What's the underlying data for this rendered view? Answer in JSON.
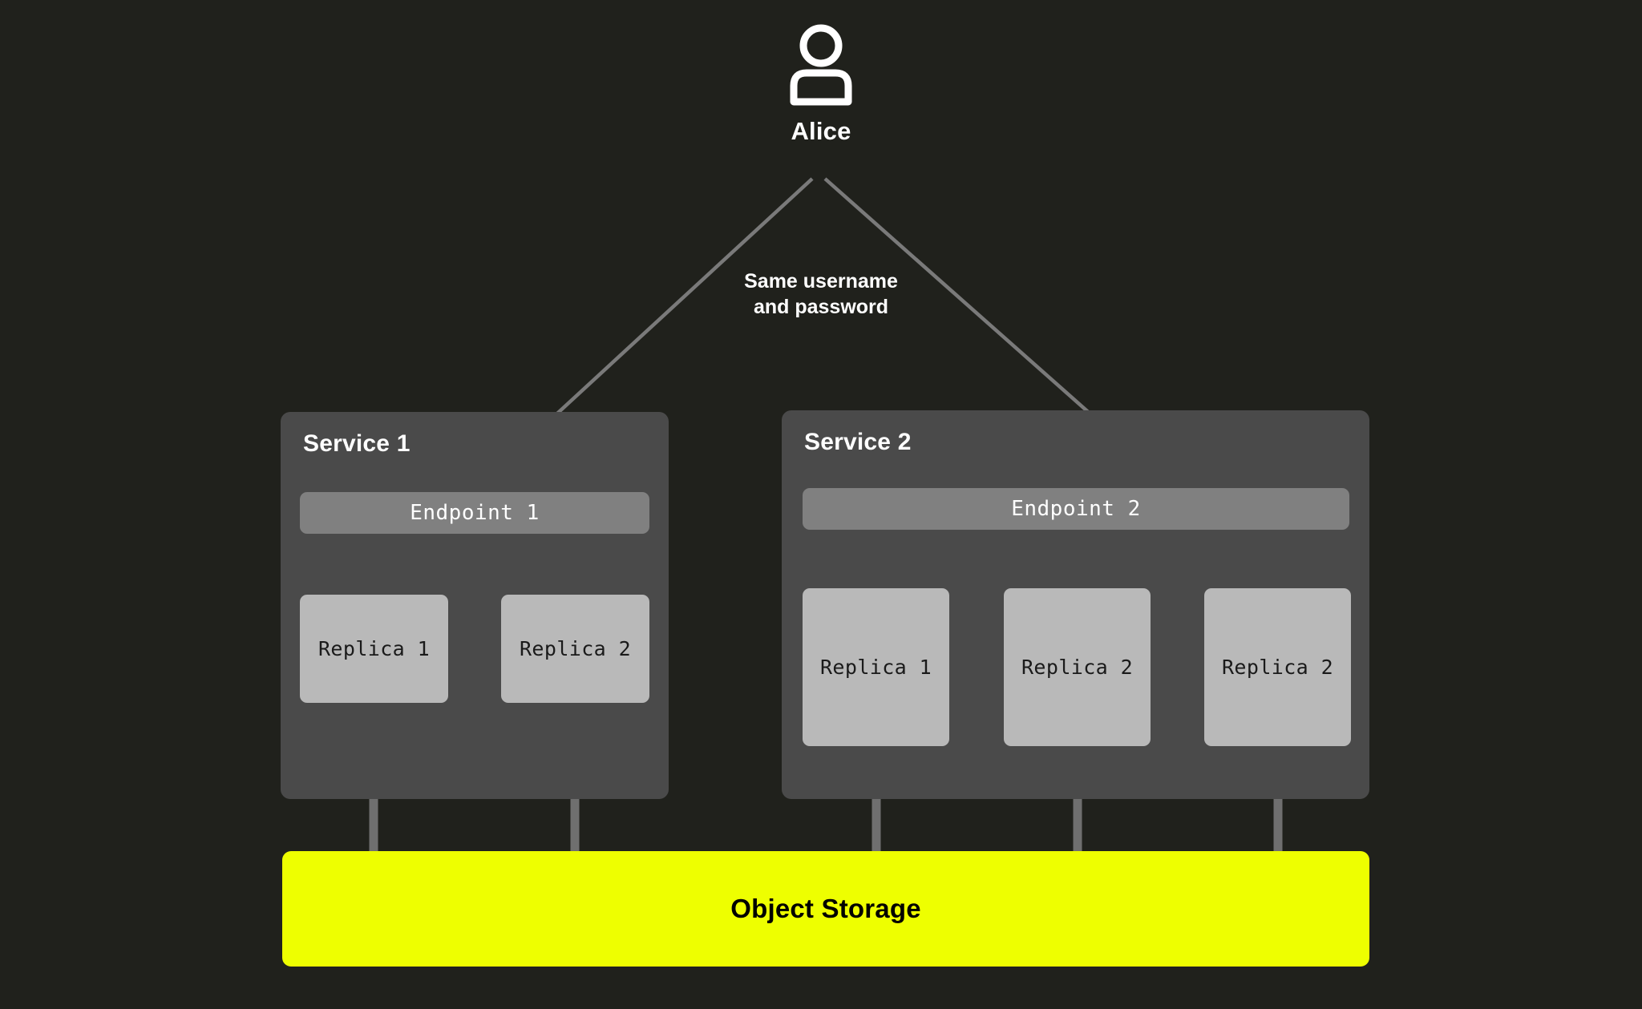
{
  "diagram": {
    "background_color": "#20211c",
    "actor": {
      "icon": "user-icon",
      "label": "Alice"
    },
    "edge_caption": {
      "line1": "Same username",
      "line2": "and password"
    },
    "services": [
      {
        "title": "Service 1",
        "endpoint": "Endpoint 1",
        "replicas": [
          "Replica 1",
          "Replica 2"
        ]
      },
      {
        "title": "Service 2",
        "endpoint": "Endpoint 2",
        "replicas": [
          "Replica 1",
          "Replica 2",
          "Replica 2"
        ]
      }
    ],
    "storage": {
      "label": "Object Storage",
      "color": "#eeff00"
    },
    "colors": {
      "panel": "#4a4a4a",
      "endpoint": "#808080",
      "replica": "#b9b9b9",
      "connector": "#6f6f6f",
      "arrow": "#7a7a7a",
      "text_light": "#ffffff",
      "text_dark": "#000000"
    }
  }
}
